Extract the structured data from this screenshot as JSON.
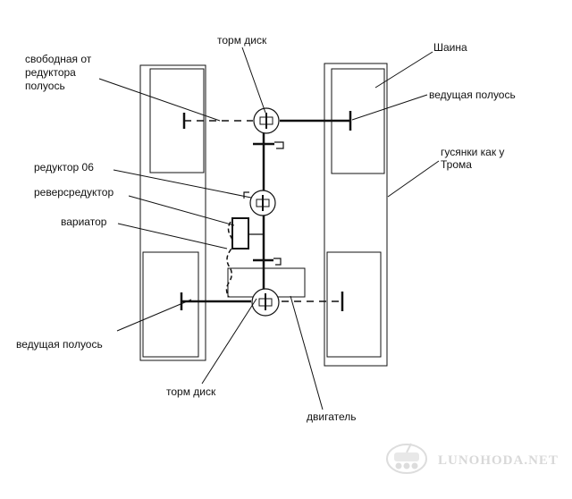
{
  "labels": {
    "brake_disc_top": "торм диск",
    "free_axle_l1": "свободная от",
    "free_axle_l2": "редуктора",
    "free_axle_l3": "полуось",
    "tire": "Шаина",
    "drive_axle_right": "ведущая полуось",
    "tracks_l1": "гусянки как у",
    "tracks_l2": "Трома",
    "reducer": "редуктор 06",
    "reverse_reducer": "реверсредуктор",
    "variator": "вариатор",
    "drive_axle_left": "ведущая полуось",
    "brake_disc_bottom": "торм диск",
    "engine": "двигатель"
  },
  "watermark": {
    "text": "LUNOHODA.NET",
    "icon": "rover-logo-icon"
  },
  "colors": {
    "ink": "#111111",
    "watermark": "#d8d8d8",
    "background": "#ffffff"
  }
}
